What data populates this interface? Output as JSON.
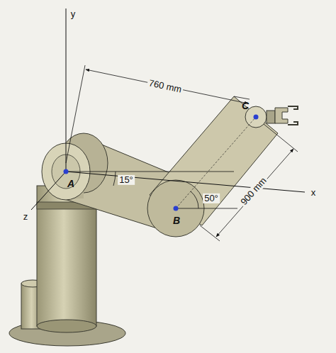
{
  "diagram": {
    "labels": [
      "y",
      "760 mm",
      "C",
      "A",
      "15°",
      "50°",
      "x",
      "z",
      "B",
      "900 mm"
    ]
  }
}
